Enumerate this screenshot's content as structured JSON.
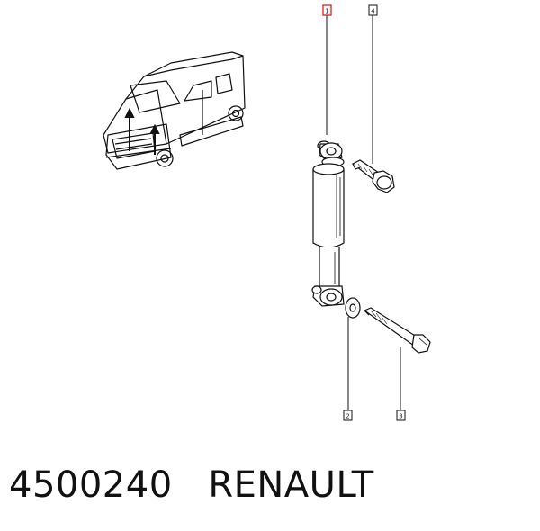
{
  "caption": {
    "part_number": "4500240",
    "brand": "RENAULT"
  },
  "callouts": {
    "c1": "1",
    "c2": "2",
    "c3": "3",
    "c4": "4"
  },
  "colors": {
    "line": "#111111",
    "highlight": "#e02020"
  }
}
